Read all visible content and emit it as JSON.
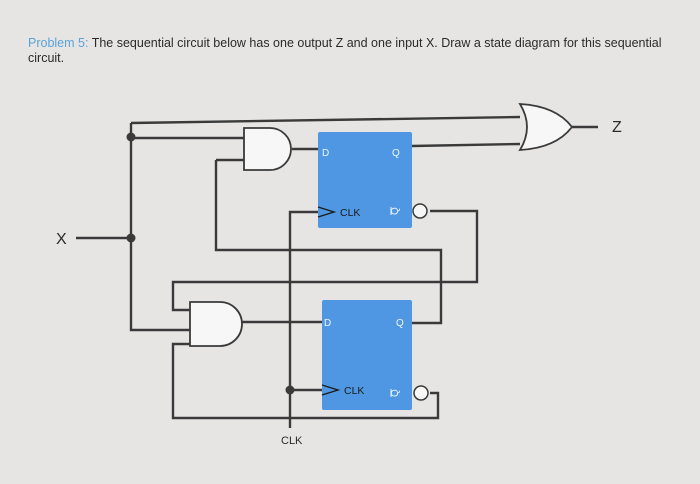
{
  "problem": {
    "label": "Problem 5:",
    "text": " The sequential circuit below has one output Z and one input X.  Draw a state diagram for this sequential circuit."
  },
  "diagram": {
    "input_label": "X",
    "output_label": "Z",
    "clock_label": "CLK",
    "flip_flops": [
      {
        "d": "D",
        "q": "Q",
        "clk": "CLK",
        "qbar": "Q"
      },
      {
        "d": "D",
        "q": "Q",
        "clk": "CLK",
        "qbar": "Q"
      }
    ]
  },
  "colors": {
    "background": "#e7e5e4",
    "flip_flop_fill": "#4f97e3",
    "label_accent": "#5aa3d6",
    "wire": "#3a3a3a"
  }
}
